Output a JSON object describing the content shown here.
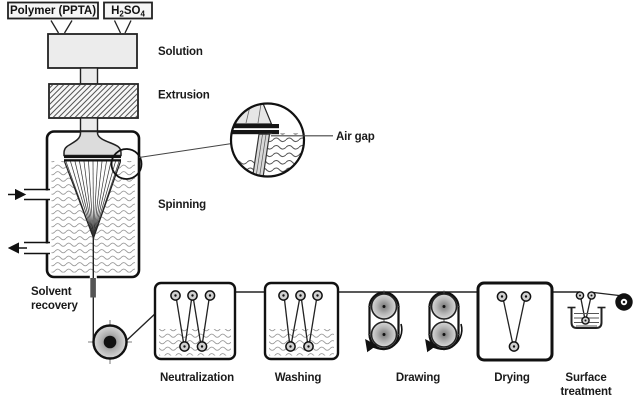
{
  "inputs": {
    "polymer_label": "Polymer (PPTA)",
    "acid": {
      "h": "H",
      "sub2": "2",
      "so": "SO",
      "sub4": "4"
    }
  },
  "process_labels": {
    "solution": "Solution",
    "extrusion": "Extrusion",
    "spinning": "Spinning",
    "air_gap": "Air gap",
    "solvent_recovery_line1": "Solvent",
    "solvent_recovery_line2": "recovery"
  },
  "stage_labels": {
    "neutralization": "Neutralization",
    "washing": "Washing",
    "drawing": "Drawing",
    "drying": "Drying",
    "surface_line1": "Surface",
    "surface_line2": "treatment"
  },
  "colors": {
    "ink": "#1a1a1a",
    "outline": "#222222",
    "box_fill": "#ececec",
    "bell_fill": "#dcdcdc",
    "roller_fill": "#cfcfcf",
    "wave_gray": "#9a9a9a",
    "bobbin_black": "#111111",
    "background": "#ffffff"
  }
}
